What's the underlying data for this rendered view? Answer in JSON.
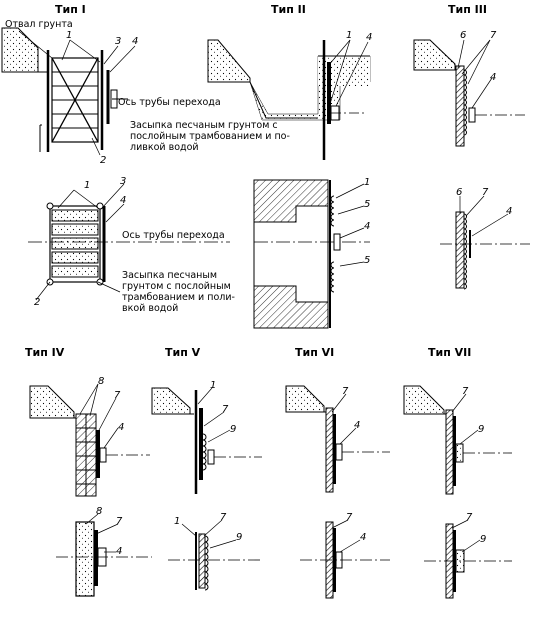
{
  "titles": {
    "t1": "Тип I",
    "t2": "Тип II",
    "t3": "Тип III",
    "t4": "Тип IV",
    "t5": "Тип V",
    "t6": "Тип VI",
    "t7": "Тип VII"
  },
  "annotations": {
    "spoil": "Отвал грунта",
    "pipe_axis": "Ось трубы перехода",
    "backfill_a1": "Засыпка песчаным грунтом с",
    "backfill_a2": "послойным трамбованием и по-",
    "backfill_a3": "ливкой водой",
    "backfill_b1": "Засыпка песчаным",
    "backfill_b2": "грунтом с послойным",
    "backfill_b3": "трамбованием и поли-",
    "backfill_b4": "вкой водой"
  },
  "numbers": {
    "n1": "1",
    "n2": "2",
    "n3": "3",
    "n4": "4",
    "n5": "5",
    "n6": "6",
    "n7": "7",
    "n8": "8",
    "n9": "9"
  }
}
